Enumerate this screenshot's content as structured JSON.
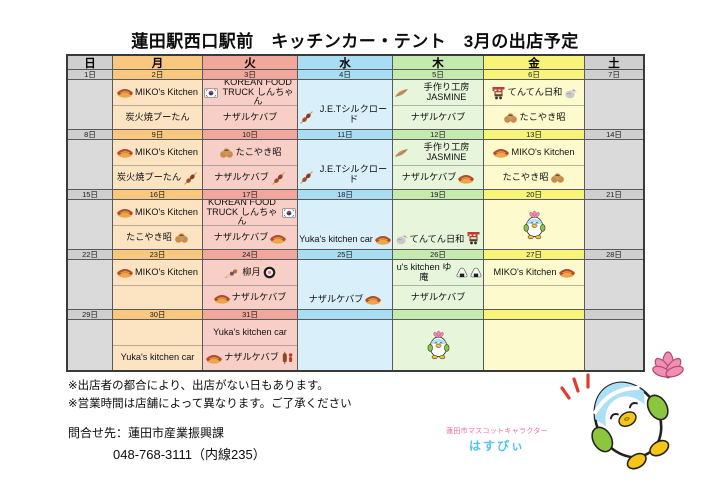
{
  "title": "蓮田駅西口駅前　キッチンカー・テント　3月の出店予定",
  "colors": {
    "sun": {
      "header": "#cfcfcf",
      "content": "#dadada"
    },
    "mon": {
      "header": "#f9c87e",
      "content": "#fce4c2"
    },
    "tue": {
      "header": "#f2a79d",
      "content": "#f8cfc7"
    },
    "wed": {
      "header": "#a9ddf4",
      "content": "#d9f0fb"
    },
    "thu": {
      "header": "#c4eaae",
      "content": "#e7f6da"
    },
    "fri": {
      "header": "#f8f47a",
      "content": "#fdfbce"
    },
    "sat": {
      "header": "#cfcfcf",
      "content": "#dadada"
    },
    "off": "#dadada",
    "border": "#5a5a5a"
  },
  "calendar": {
    "day_headers": [
      "日",
      "月",
      "火",
      "水",
      "木",
      "金",
      "土"
    ],
    "day_types": [
      "sun",
      "mon",
      "tue",
      "wed",
      "thu",
      "fri",
      "sat"
    ],
    "weeks": [
      {
        "dates": [
          "1日",
          "2日",
          "3日",
          "4日",
          "5日",
          "6日",
          "7日"
        ],
        "cells": [
          {
            "off": true
          },
          {
            "slots": [
              {
                "icons_left": [
                  "hotdog"
                ],
                "label": "MIKO's Kitchen"
              },
              {
                "label": "炭火焼プーたん"
              }
            ]
          },
          {
            "slots": [
              {
                "icons_left": [
                  "korea-flag"
                ],
                "label": "KOREAN FOOD TRUCK しんちゃん"
              },
              {
                "label": "ナザルケバブ"
              }
            ]
          },
          {
            "merged": {
              "icons_left": [
                "kebab"
              ],
              "label": "J.E.Tシルクロード"
            },
            "valign": "bottom"
          },
          {
            "slots": [
              {
                "icons_left": [
                  "feather"
                ],
                "label": "手作り工房 JASMINE"
              },
              {
                "label": "ナザルケバブ"
              }
            ]
          },
          {
            "slots": [
              {
                "icons_left": [
                  "cart"
                ],
                "label": "てんてん日和",
                "icons_right": [
                  "bird"
                ]
              },
              {
                "icons_left": [
                  "takoyaki"
                ],
                "label": "たこやき昭"
              }
            ]
          },
          {
            "off": true
          }
        ]
      },
      {
        "dates": [
          "8日",
          "9日",
          "10日",
          "11日",
          "12日",
          "13日",
          "14日"
        ],
        "cells": [
          {
            "off": true
          },
          {
            "slots": [
              {
                "icons_left": [
                  "hotdog"
                ],
                "label": "MIKO's Kitchen"
              },
              {
                "label": "炭火焼プーたん",
                "icons_right": [
                  "kebab"
                ]
              }
            ]
          },
          {
            "slots": [
              {
                "icons_left": [
                  "takoyaki"
                ],
                "label": "たこやき昭"
              },
              {
                "label": "ナザルケバブ",
                "icons_right": [
                  "kebab"
                ]
              }
            ]
          },
          {
            "merged": {
              "icons_left": [
                "kebab"
              ],
              "label": "J.E.Tシルクロード"
            },
            "valign": "bottom"
          },
          {
            "slots": [
              {
                "icons_left": [
                  "feather"
                ],
                "label": "手作り工房 JASMINE"
              },
              {
                "label": "ナザルケバブ",
                "icons_right": [
                  "hotdog"
                ]
              }
            ]
          },
          {
            "slots": [
              {
                "icons_left": [
                  "hotdog"
                ],
                "label": "MIKO's Kitchen"
              },
              {
                "label": "たこやき昭",
                "icons_right": [
                  "takoyaki"
                ]
              }
            ]
          },
          {
            "off": true
          }
        ]
      },
      {
        "dates": [
          "15日",
          "16日",
          "17日",
          "18日",
          "19日",
          "20日",
          "21日"
        ],
        "cells": [
          {
            "off": true
          },
          {
            "slots": [
              {
                "icons_left": [
                  "hotdog"
                ],
                "label": "MIKO's Kitchen"
              },
              {
                "label": "たこやき昭",
                "icons_right": [
                  "takoyaki"
                ]
              }
            ]
          },
          {
            "slots": [
              {
                "label": "KOREAN FOOD TRUCK しんちゃん",
                "icons_right": [
                  "korea-flag"
                ]
              },
              {
                "label": "ナザルケバブ",
                "icons_right": [
                  "hotdog"
                ]
              }
            ]
          },
          {
            "merged": {
              "label": "Yuka's kitchen car",
              "icons_right": [
                "hotdog"
              ]
            },
            "valign": "bottom"
          },
          {
            "merged": {
              "icons_left": [
                "bird"
              ],
              "label": "てんてん日和",
              "icons_right": [
                "cart"
              ]
            },
            "valign": "bottom"
          },
          {
            "merged": {
              "icons_left": [
                "penguin"
              ],
              "label": ""
            }
          },
          {
            "off": true
          }
        ]
      },
      {
        "dates": [
          "22日",
          "23日",
          "24日",
          "25日",
          "26日",
          "27日",
          "28日"
        ],
        "cells": [
          {
            "off": true
          },
          {
            "slots": [
              {
                "icons_left": [
                  "hotdog"
                ],
                "label": "MIKO's Kitchen"
              },
              {
                "label": ""
              }
            ]
          },
          {
            "slots": [
              {
                "icons_left": [
                  "dango"
                ],
                "label": "柳月",
                "icons_right": [
                  "sushi-roll"
                ]
              },
              {
                "icons_left": [
                  "hotdog"
                ],
                "label": "ナザルケバブ"
              }
            ]
          },
          {
            "merged": {
              "label": "ナザルケバブ",
              "icons_right": [
                "hotdog"
              ]
            },
            "valign": "bottom"
          },
          {
            "slots": [
              {
                "label": "u's kitchen ゆ庵",
                "icons_right": [
                  "onigiri",
                  "onigiri"
                ]
              },
              {
                "label": "ナザルケバブ"
              }
            ]
          },
          {
            "slots": [
              {
                "label": "MIKO's Kitchen",
                "icons_right": [
                  "hotdog"
                ]
              },
              {
                "label": ""
              }
            ]
          },
          {
            "off": true
          }
        ]
      },
      {
        "dates": [
          "29日",
          "30日",
          "31日",
          "",
          "",
          "",
          ""
        ],
        "cells": [
          {
            "off": true
          },
          {
            "slots": [
              {
                "label": ""
              },
              {
                "label": "Yuka's kitchen car"
              }
            ]
          },
          {
            "slots": [
              {
                "label": "Yuka's kitchen car"
              },
              {
                "icons_left": [
                  "hotdog"
                ],
                "label": "ナザルケバブ",
                "icons_right": [
                  "vendor"
                ]
              }
            ]
          },
          {
            "blank": true
          },
          {
            "merged": {
              "icons_left": [
                "penguin"
              ],
              "label": ""
            }
          },
          {
            "blank": true
          },
          {
            "off": true
          }
        ]
      }
    ]
  },
  "notes": [
    "※出店者の都合により、出店がない日もあります。",
    "※営業時間は店舗によって異なります。ご了承ください"
  ],
  "contact": {
    "line1": "問合せ先：蓮田市産業振興課",
    "line2": "048-768-3111（内線235）"
  },
  "mascot": {
    "caption_top": "蓮田市マスコットキャラクター",
    "caption_name": "はすぴぃ"
  }
}
